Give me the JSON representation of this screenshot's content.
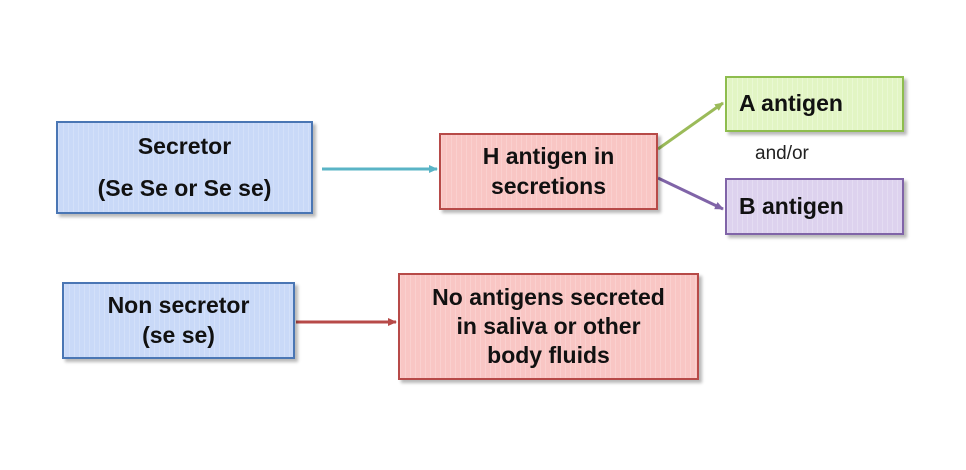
{
  "nodes": {
    "secretor": {
      "title": "Secretor",
      "genotype": "(Se Se or Se se)"
    },
    "h_antigen": {
      "line1": "H antigen in",
      "line2": "secretions"
    },
    "a_antigen": {
      "label": "A antigen"
    },
    "b_antigen": {
      "label": "B antigen"
    },
    "non_secretor": {
      "title": "Non secretor",
      "genotype": "(se se)"
    },
    "no_antigens": {
      "line1": "No antigens secreted",
      "line2": "in saliva or other",
      "line3": "body fluids"
    }
  },
  "connector_label": "and/or",
  "colors": {
    "blue_fill": "#c9d9f8",
    "blue_border": "#4a76b4",
    "red_fill": "#f9c6c4",
    "red_border": "#b74a48",
    "green_fill": "#e2f5c4",
    "green_border": "#8ebd4e",
    "purple_fill": "#ddd2ee",
    "purple_border": "#8064a8",
    "teal_arrow": "#5ab4c6",
    "green_arrow": "#9bbb59",
    "purple_arrow": "#8064a8",
    "red_arrow": "#b74a48"
  }
}
